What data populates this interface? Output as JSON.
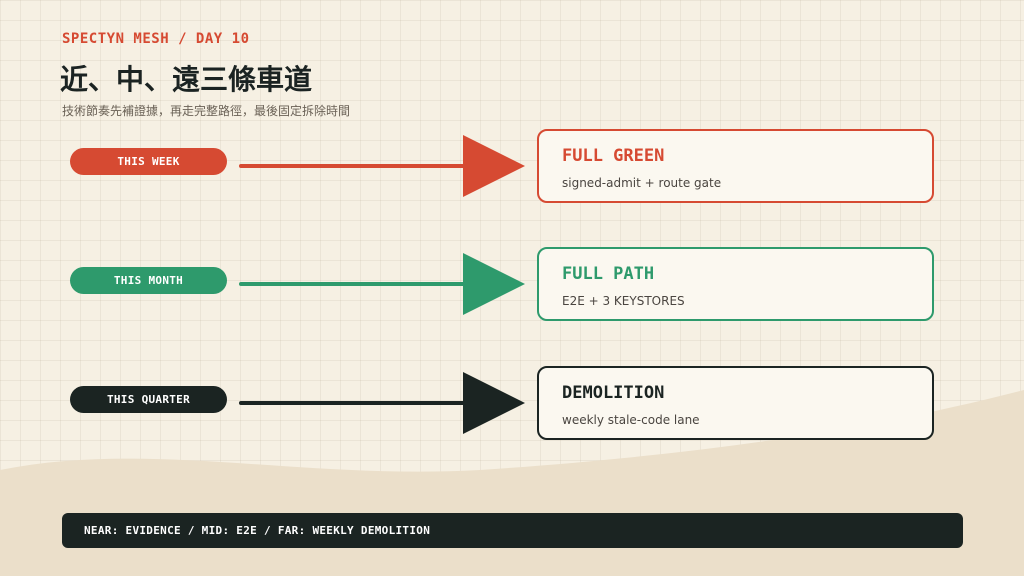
{
  "header": {
    "eyebrow": "SPECTYN MESH / DAY 10",
    "title": "近、中、遠三條車道",
    "subtitle": "技術節奏先補證據，再走完整路徑，最後固定拆除時間"
  },
  "lanes": [
    {
      "label": "THIS WEEK",
      "card_title": "FULL GREEN",
      "card_sub": "signed-admit + route gate",
      "color": "#d64a32"
    },
    {
      "label": "THIS MONTH",
      "card_title": "FULL PATH",
      "card_sub": "E2E + 3 KEYSTORES",
      "color": "#2e9a6c"
    },
    {
      "label": "THIS QUARTER",
      "card_title": "DEMOLITION",
      "card_sub": "weekly stale-code lane",
      "color": "#1b2422"
    }
  ],
  "footer": {
    "text": "NEAR: EVIDENCE / MID: E2E / FAR: WEEKLY DEMOLITION"
  },
  "colors": {
    "background": "#f6f0e3",
    "wave": "#ebdfca",
    "card_background": "#fbf8f0"
  }
}
